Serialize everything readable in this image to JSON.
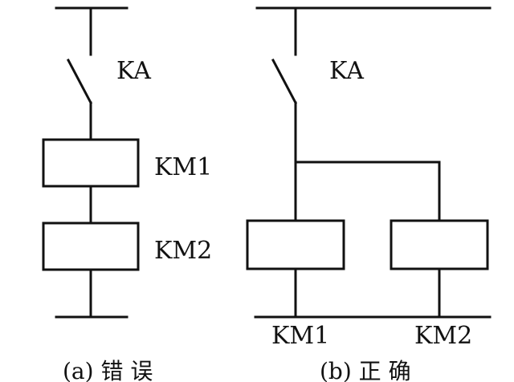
{
  "diagram_a": {
    "switch_label": "KA",
    "coil1_label": "KM1",
    "coil2_label": "KM2",
    "caption": "(a) 错 误"
  },
  "diagram_b": {
    "switch_label": "KA",
    "coil1_label": "KM1",
    "coil2_label": "KM2",
    "caption": "(b) 正 确"
  }
}
